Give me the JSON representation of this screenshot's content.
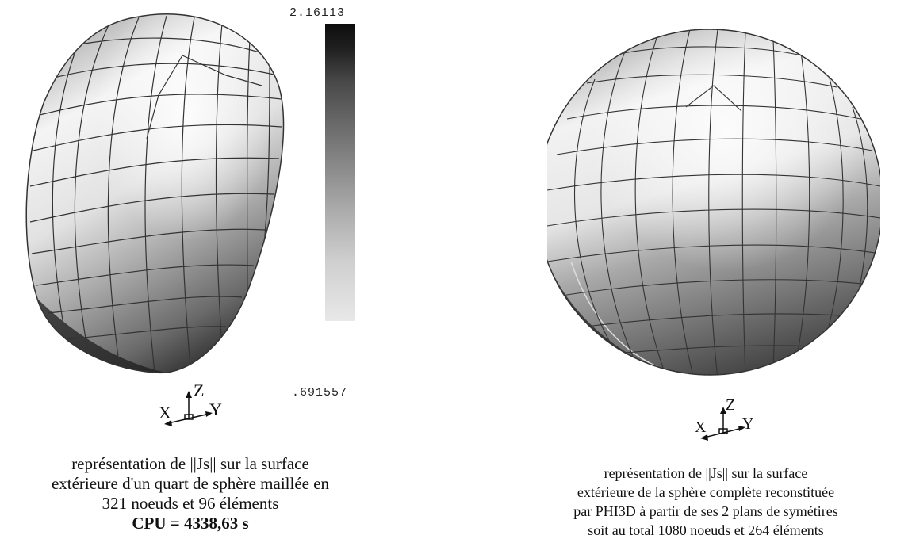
{
  "colorbar": {
    "max_label": "2.16113",
    "min_label": ".691557"
  },
  "axes_triad": {
    "z": "Z",
    "x": "X",
    "y": "Y"
  },
  "left_panel": {
    "caption_lines": [
      "représentation de ||Js|| sur la surface",
      "extérieure d'un quart de sphère maillée en",
      "321 noeuds et 96 éléments"
    ],
    "cpu": "CPU  = 4338,63 s"
  },
  "right_panel": {
    "caption_lines": [
      "représentation de ||Js|| sur la surface",
      "extérieure de la sphère complète reconstituée",
      "par PHI3D à partir de ses 2 plans de  symétires",
      "soit au total 1080 noeuds et 264 éléments"
    ]
  },
  "colors": {
    "background": "#ffffff",
    "scale_dark": "#1a1a1a",
    "scale_light": "#e6e6e6"
  }
}
